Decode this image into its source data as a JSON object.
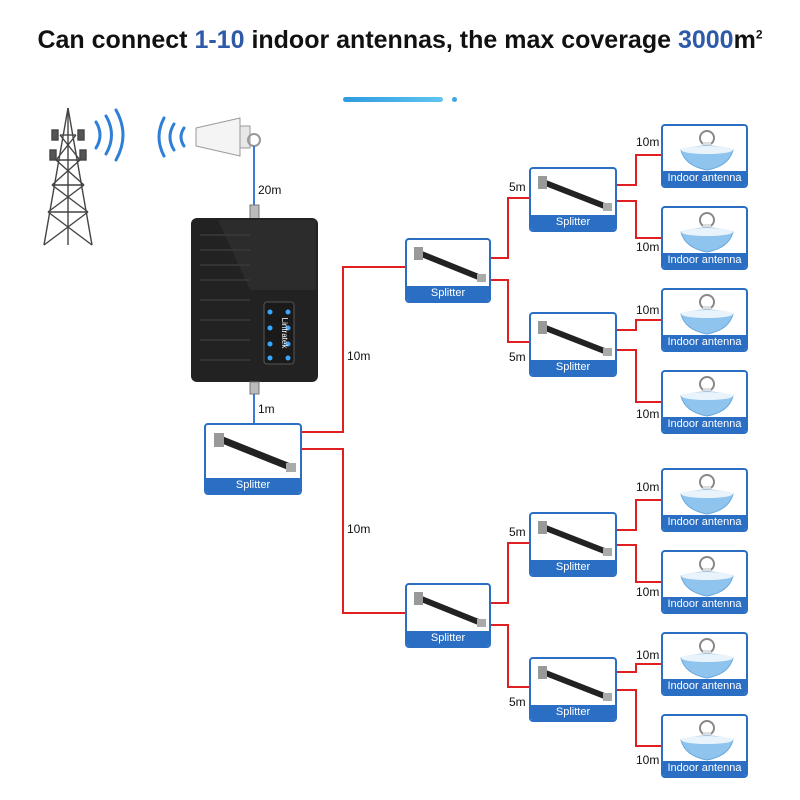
{
  "title": {
    "prefix": "Can connect ",
    "antenna_count": "1-10",
    "middle": " indoor antennas, the max coverage ",
    "coverage_value": "3000",
    "unit": "m",
    "unit_power": "2"
  },
  "cables": {
    "outdoor": "20m",
    "booster_to_splitter": "1m",
    "upper_branch": "10m",
    "lower_branch": "10m",
    "s1": "5m",
    "s2": "5m",
    "s3": "5m",
    "s4": "5m",
    "a1": "10m",
    "a2": "10m",
    "a3": "10m",
    "a4": "10m",
    "a5": "10m",
    "a6": "10m",
    "a7": "10m",
    "a8": "10m"
  },
  "splitters": {
    "main": "Splitter",
    "upper": "Splitter",
    "lower": "Splitter",
    "upper_top": "Splitter",
    "upper_bottom": "Splitter",
    "lower_top": "Splitter",
    "lower_bottom": "Splitter"
  },
  "antennas": [
    "Indoor antenna",
    "Indoor antenna",
    "Indoor antenna",
    "Indoor antenna",
    "Indoor antenna",
    "Indoor antenna",
    "Indoor antenna",
    "Indoor antenna"
  ],
  "booster": {
    "brand": "Lintratek"
  },
  "colors": {
    "accent": "#2f5aa8",
    "box_border": "#2b6fc4",
    "cable_red": "#e02020",
    "cable_blue": "#3a7bd5"
  }
}
